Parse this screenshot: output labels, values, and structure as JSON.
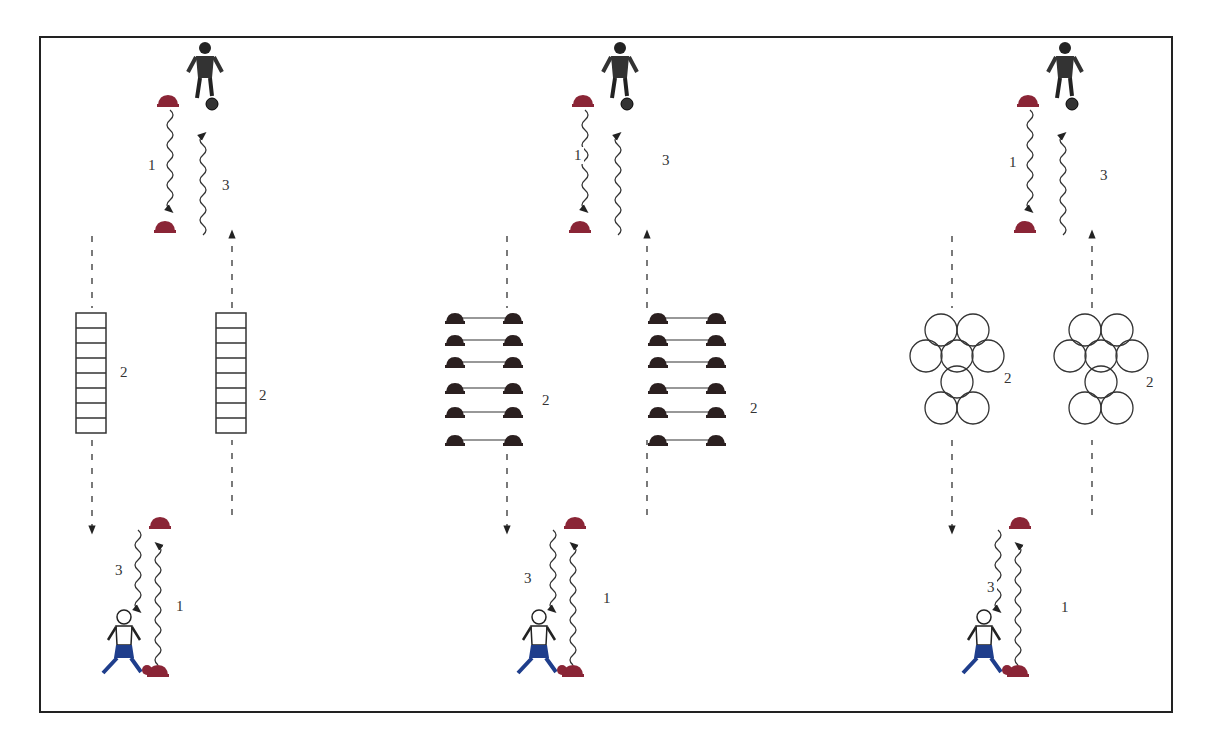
{
  "diagram": {
    "labels": [
      "1",
      "3",
      "2",
      "2",
      "3",
      "1",
      "1",
      "3",
      "2",
      "2",
      "3",
      "1",
      "1",
      "3",
      "2",
      "2",
      "3",
      "1"
    ]
  }
}
